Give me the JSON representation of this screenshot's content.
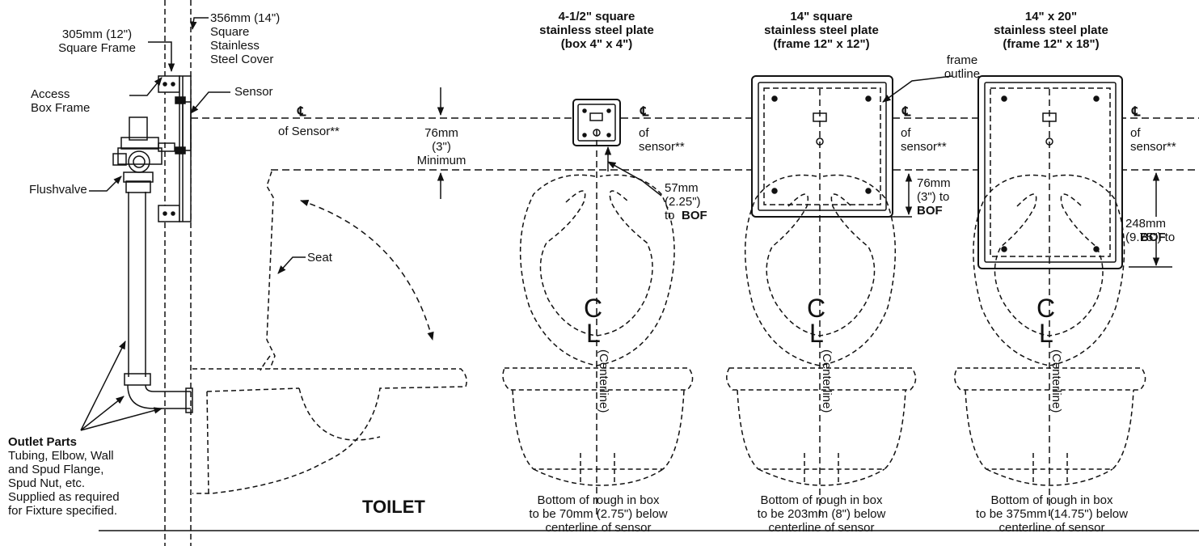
{
  "labels": {
    "frame305": "305mm (12\")\nSquare Frame",
    "cover356": "356mm (14\")\nSquare\nStainless\nSteel Cover",
    "access_box": "Access\nBox Frame",
    "sensor": "Sensor",
    "flushvalve": "Flushvalve",
    "seat": "Seat",
    "outlet_title": "Outlet Parts",
    "outlet_body": "Tubing, Elbow, Wall\nand Spud Flange,\nSpud Nut, etc.\nSupplied as required\nfor Fixture specified.",
    "toilet": "TOILET",
    "of_sensor_main": "of Sensor**",
    "min76": "76mm\n(3\")\nMinimum",
    "cl_symbol": "℄"
  },
  "plates": [
    {
      "title": "4-1/2\" square\nstainless steel plate\n(box 4\" x 4\")",
      "of_sensor": "of\nsensor**",
      "dimension": "57mm\n(2.25\")\nto",
      "bof": "BOF",
      "c_letter": "C",
      "l_letter": "L",
      "centerline": "(Centerline)",
      "rough_in": "Bottom of rough in box\nto be 70mm (2.75\") below\ncenterline of sensor"
    },
    {
      "title": "14\" square\nstainless steel plate\n(frame 12\" x 12\")",
      "frame_outline": "frame\noutline",
      "of_sensor": "of\nsensor**",
      "dimension": "76mm\n(3\") to",
      "bof": "BOF",
      "c_letter": "C",
      "l_letter": "L",
      "centerline": "(Centerline)",
      "rough_in": "Bottom of rough in box\nto be 203mm (8\") below\ncenterline of sensor"
    },
    {
      "title": "14\" x 20\"\nstainless steel plate\n(frame 12\" x 18\")",
      "of_sensor": "of\nsensor**",
      "dimension": "248mm\n(9.75\") to",
      "bof": "BOF",
      "c_letter": "C",
      "l_letter": "L",
      "centerline": "(Centerline)",
      "rough_in": "Bottom of rough in box\nto be 375mm (14.75\") below\ncenterline of sensor"
    }
  ]
}
